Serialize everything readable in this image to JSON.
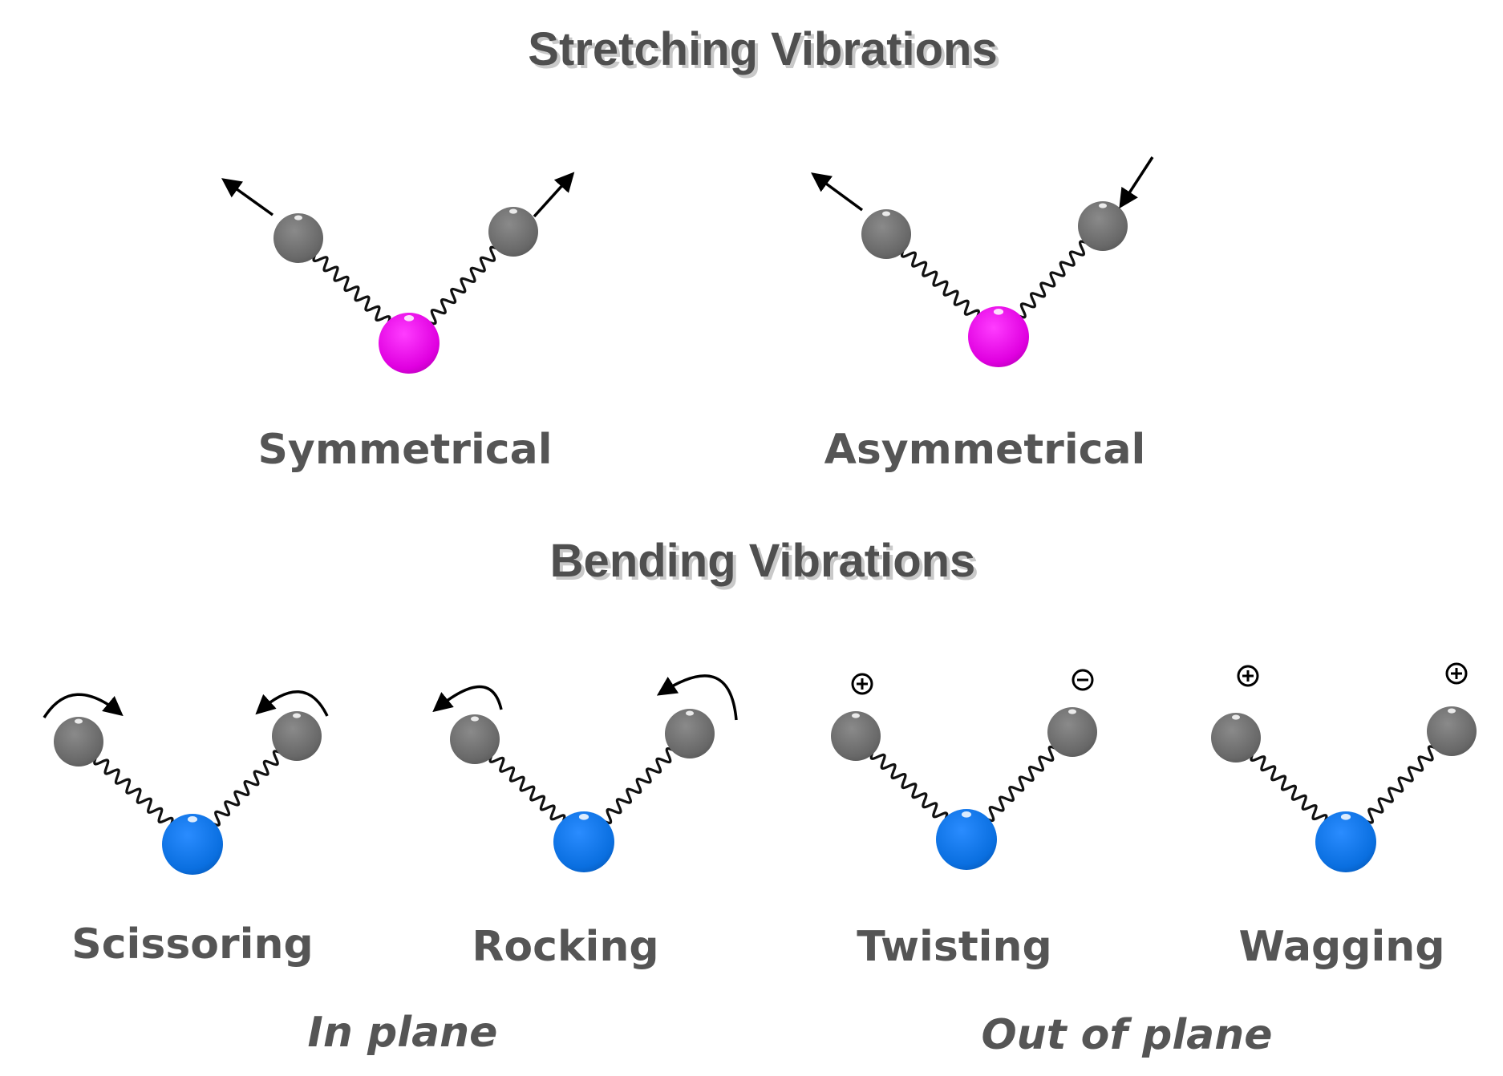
{
  "headings": {
    "stretching": "Stretching Vibrations",
    "bending": "Bending Vibrations"
  },
  "modes": {
    "symmetrical": "Symmetrical",
    "asymmetrical": "Asymmetrical",
    "scissoring": "Scissoring",
    "rocking": "Rocking",
    "twisting": "Twisting",
    "wagging": "Wagging"
  },
  "groups": {
    "in_plane": "In plane",
    "out_of_plane": "Out of plane"
  },
  "charges": {
    "twisting": [
      "+",
      "−"
    ],
    "wagging": [
      "+",
      "+"
    ]
  },
  "colors": {
    "outer_atom": "#6b6b6b",
    "stretch_center_atom": "#e000e0",
    "bend_center_atom": "#0a6fe0",
    "text": "#555555"
  }
}
